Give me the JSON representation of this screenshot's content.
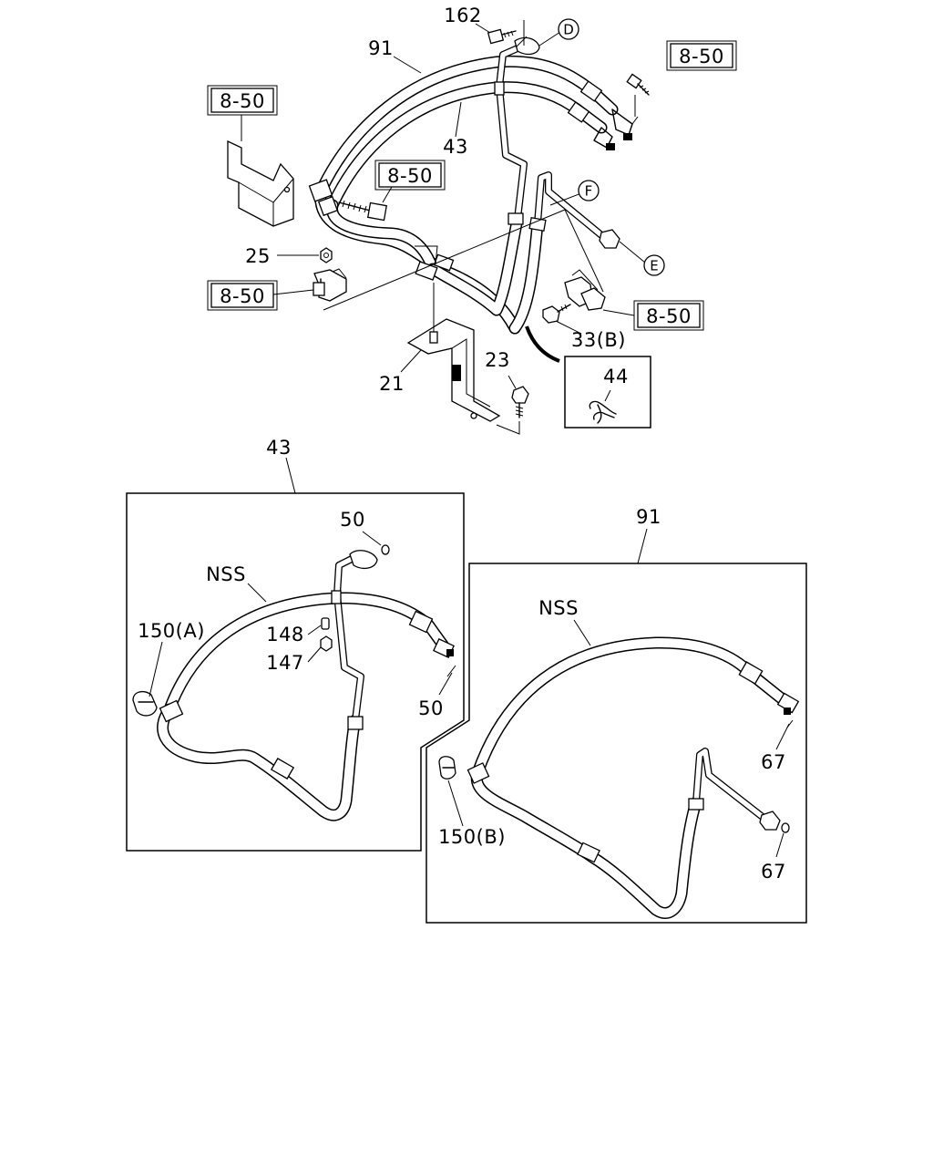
{
  "labels": {
    "p162": "162",
    "p91_top": "91",
    "p43_top": "43",
    "p25": "25",
    "p21": "21",
    "p23": "23",
    "p33b": "33(B)",
    "p44": "44",
    "p43_detail": "43",
    "p91_detail": "91",
    "p50_a": "50",
    "p50_b": "50",
    "nss_a": "NSS",
    "nss_b": "NSS",
    "p150a": "150(A)",
    "p148": "148",
    "p147": "147",
    "p150b": "150(B)",
    "p67_a": "67",
    "p67_b": "67"
  },
  "refs": {
    "r1": "8-50",
    "r2": "8-50",
    "r3": "8-50",
    "r4": "8-50",
    "r5": "8-50"
  },
  "circled": {
    "d": "D",
    "f": "F",
    "e": "E"
  }
}
